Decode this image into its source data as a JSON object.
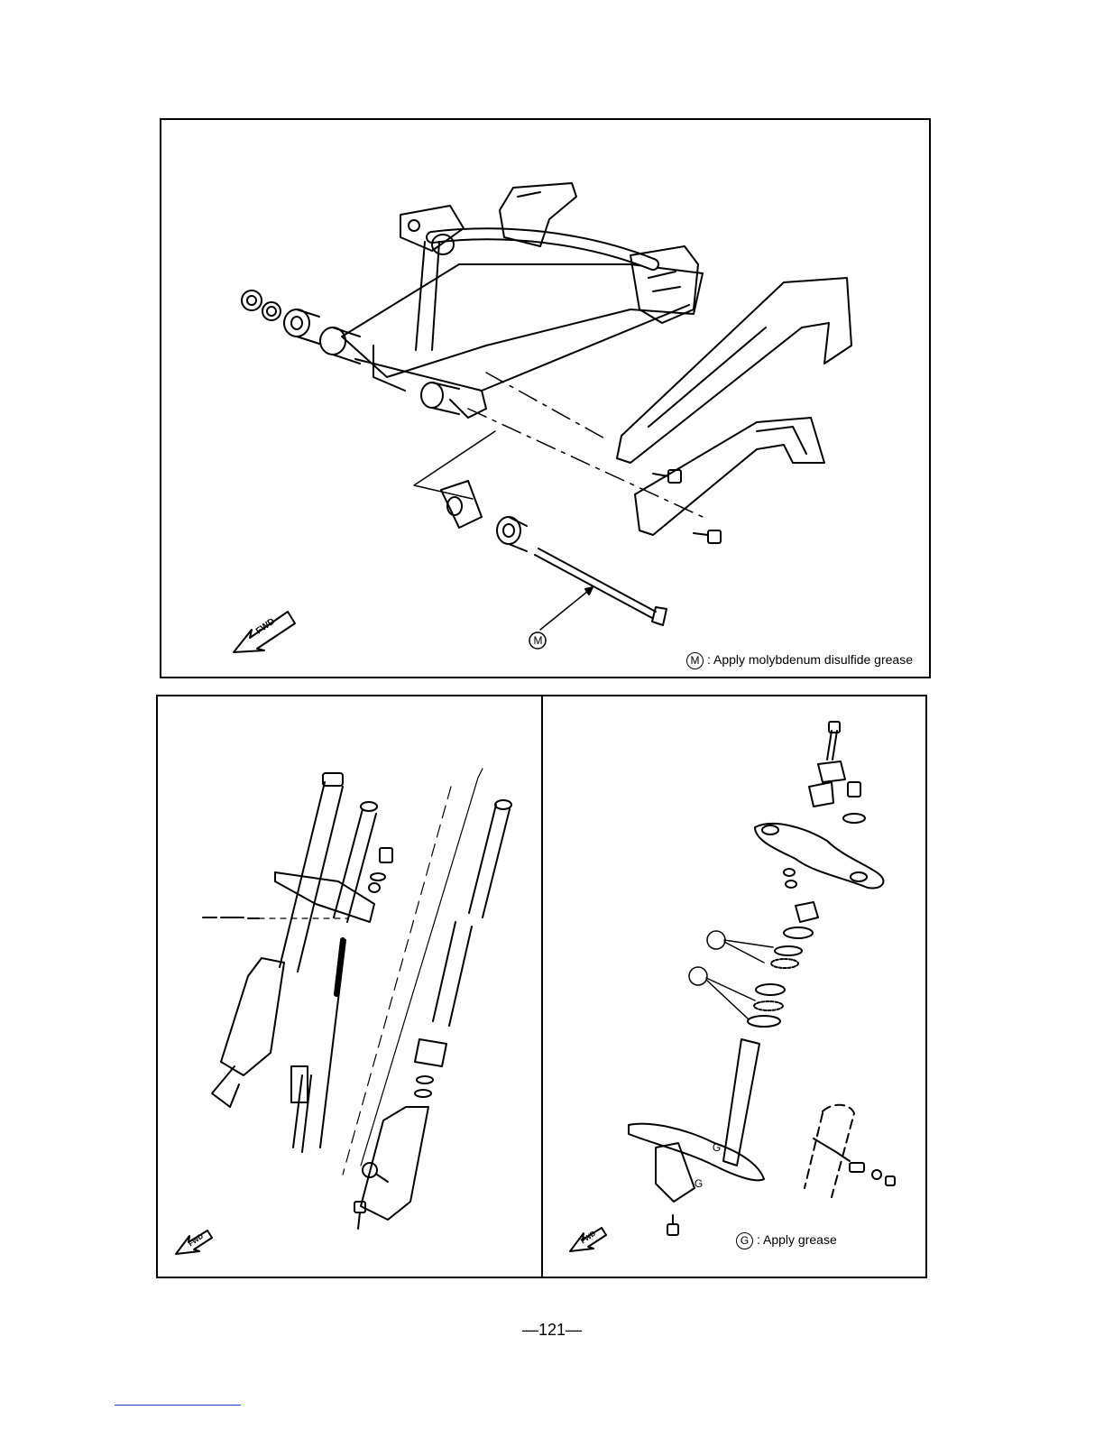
{
  "figure_top": {
    "callout_label": "M",
    "legend_symbol": "M",
    "legend_text": ": Apply molybdenum disulfide grease",
    "fwd_label": "FWD"
  },
  "figure_bottom": {
    "left": {
      "fwd_label": "FWD"
    },
    "right": {
      "callout_label_1": "G",
      "callout_label_2": "G",
      "legend_symbol": "G",
      "legend_text": ":  Apply grease",
      "fwd_label": "FWD"
    }
  },
  "page_number": "—121—"
}
